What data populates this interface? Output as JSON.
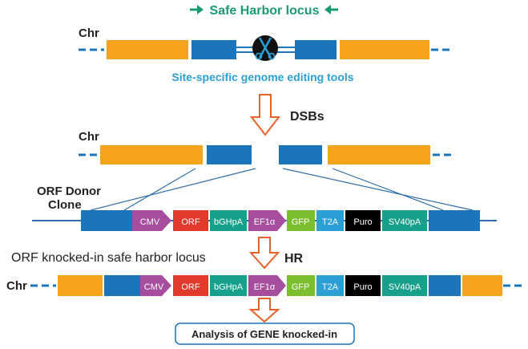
{
  "header": {
    "title": "Safe Harbor locus",
    "subtitle": "Site-specific genome editing tools"
  },
  "labels": {
    "chr": "Chr",
    "dsbs": "DSBs",
    "donor_line1": "ORF Donor",
    "donor_line2": "Clone",
    "knockin_title": "ORF knocked-in safe harbor locus",
    "hr": "HR",
    "analysis": "Analysis of GENE knocked-in"
  },
  "cassette": {
    "cmv": "CMV",
    "orf": "ORF",
    "bghpa": "bGHpA",
    "ef1a": "EF1α",
    "gfp": "GFP",
    "t2a": "T2A",
    "puro": "Puro",
    "sv40pa": "SV40pA"
  },
  "colors": {
    "exon_orange": "#f5a31a",
    "exon_blue": "#1b75bc",
    "title_green": "#1a9a6f",
    "subtitle_blue": "#2a9fd6",
    "arrow_orange": "#e8622a",
    "cmv": "#a64d9e",
    "orf": "#e03a2b",
    "bghpa": "#17a08a",
    "ef1a": "#a64d9e",
    "gfp": "#7cbf2e",
    "t2a": "#2b9fd6",
    "puro": "#000000",
    "sv40pa": "#17a08a"
  },
  "icons": {
    "scissors": "scissors-icon"
  }
}
